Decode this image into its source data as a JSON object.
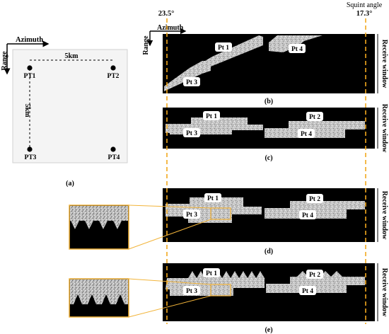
{
  "angles": {
    "left": "23.5°",
    "right": "17.3°",
    "right_title": "Squint angle"
  },
  "axes": {
    "azimuth": "Azimuth",
    "range": "Range"
  },
  "scene": {
    "spacing_h": "5km",
    "spacing_v": "5km",
    "points": [
      "PT1",
      "PT2",
      "PT3",
      "PT4"
    ]
  },
  "receive_window": "Receive window",
  "target_labels": [
    "Pt 1",
    "Pt 2",
    "Pt 3",
    "Pt 4"
  ],
  "panel_labels": [
    "(a)",
    "(b)",
    "(c)",
    "(d)",
    "(e)"
  ],
  "colors": {
    "guide_line": "#f2a81d",
    "inset_border": "#f2b43a",
    "strip_background": "#000000",
    "echo_fill": "#c8c8c8"
  }
}
